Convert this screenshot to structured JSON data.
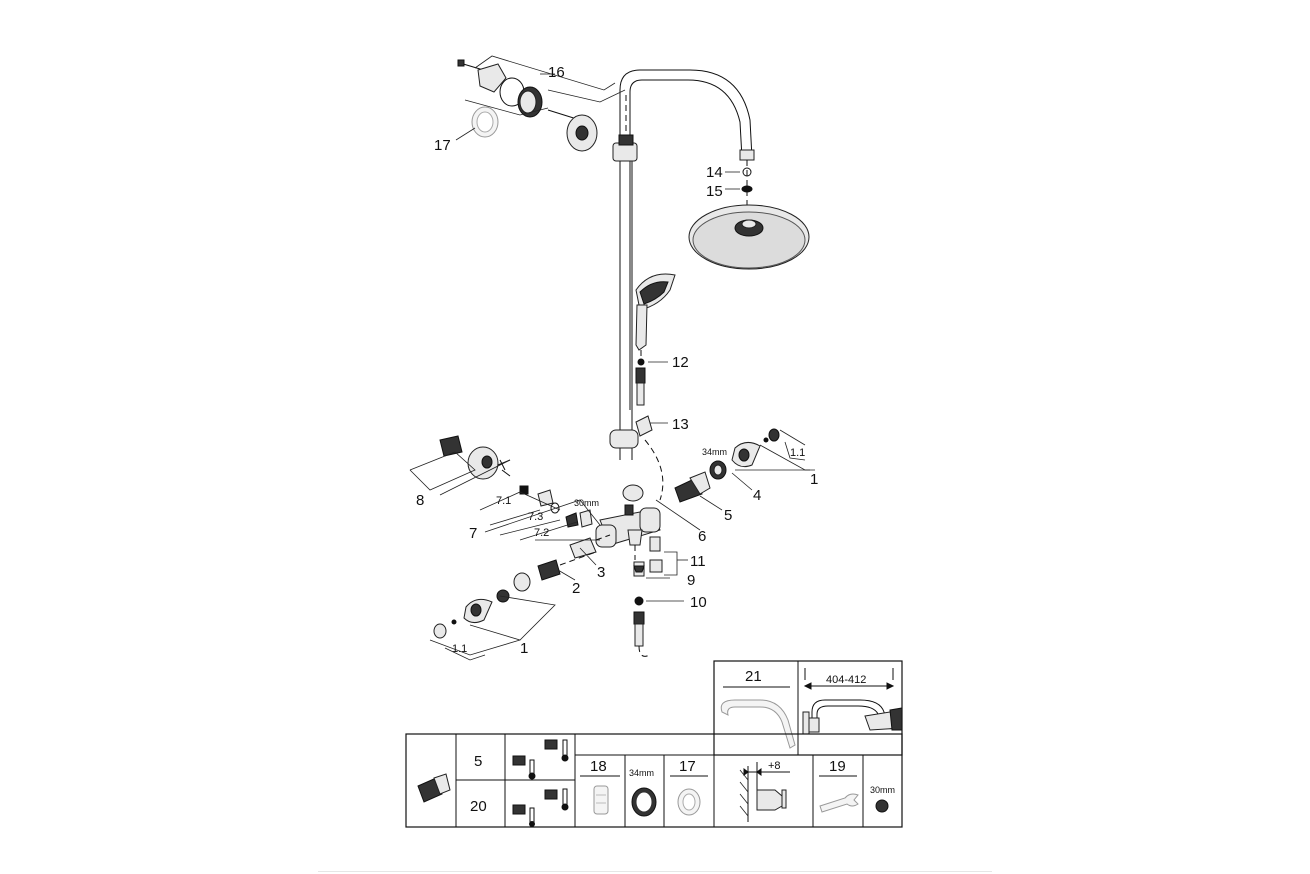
{
  "callouts": {
    "c16": "16",
    "c17": "17",
    "c14": "14",
    "c15": "15",
    "c12": "12",
    "c13": "13",
    "c1_1_right": "1.1",
    "c1_right": "1",
    "c34mm": "34mm",
    "c4": "4",
    "c5": "5",
    "c6": "6",
    "c8": "8",
    "c7_1": "7.1",
    "c7_3": "7.3",
    "c7_2": "7.2",
    "c7": "7",
    "c30mm": "30mm",
    "c3": "3",
    "c11": "11",
    "c9": "9",
    "c2": "2",
    "c10": "10",
    "c1_left": "1",
    "c1_1_left": "1.1"
  },
  "table_right": {
    "cell21_label": "21",
    "dimension_label": "404-412"
  },
  "table_bottom": {
    "row5_label": "5",
    "row20_label": "20",
    "col18_label": "18",
    "col34mm_label": "34mm",
    "col17_label": "17",
    "plus8_label": "+8",
    "col19_label": "19",
    "col30mm_label": "30mm"
  }
}
